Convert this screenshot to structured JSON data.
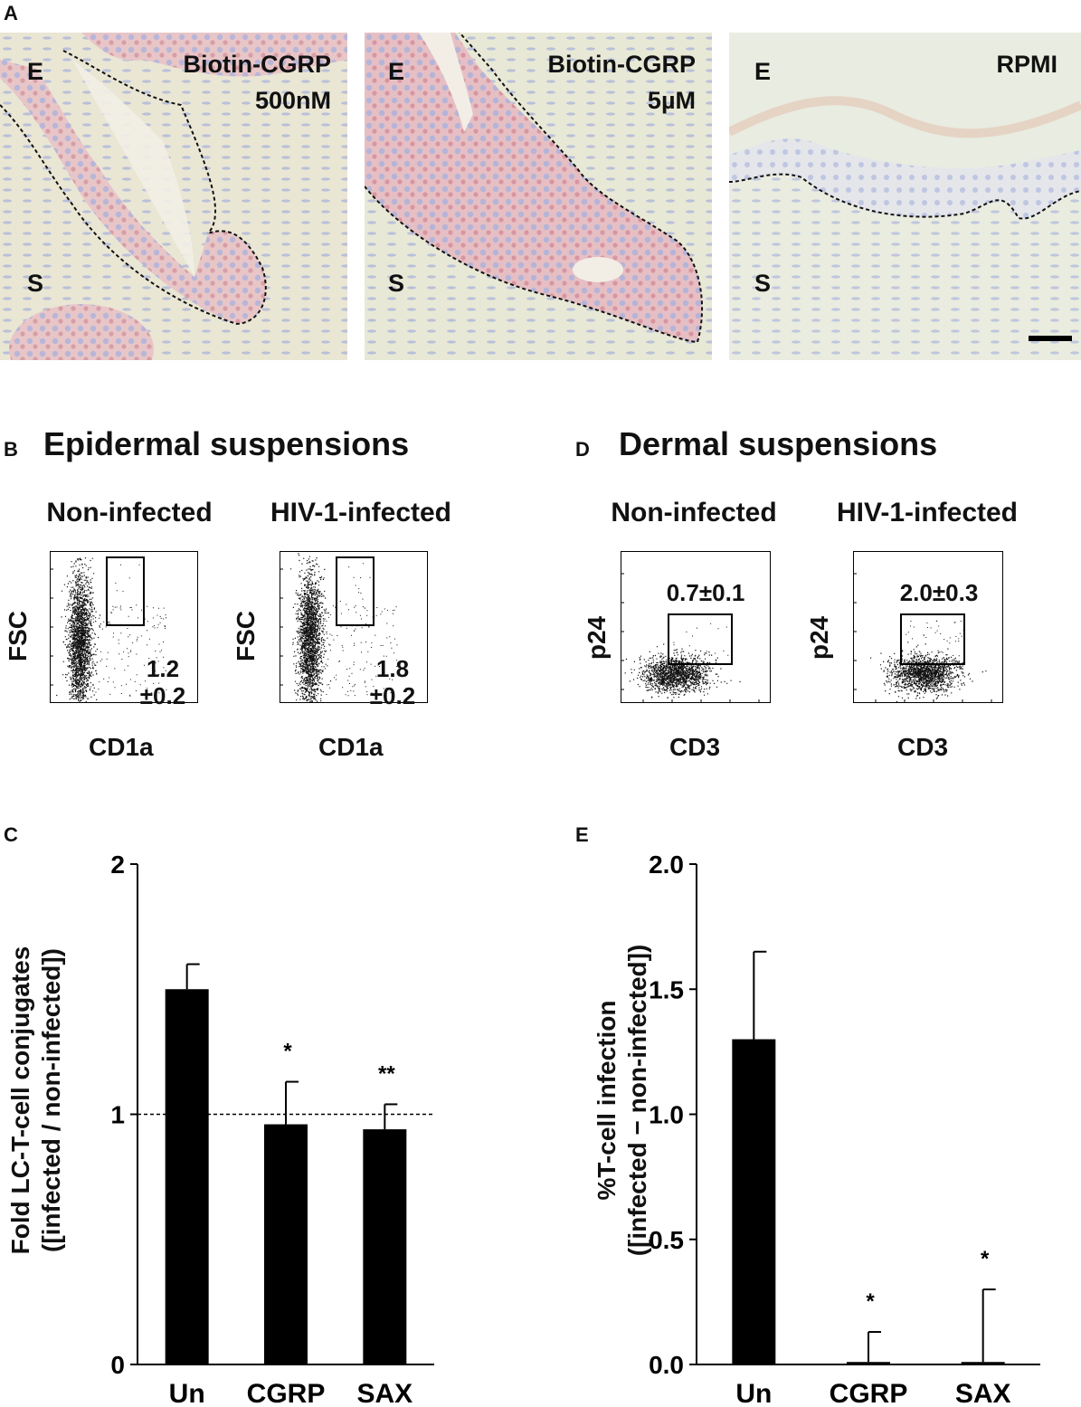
{
  "panels": {
    "A": {
      "letter": "A",
      "images": [
        {
          "treatment": "Biotin-CGRP",
          "dose": "500nM",
          "epi": "E",
          "stroma": "S"
        },
        {
          "treatment": "Biotin-CGRP",
          "dose": "5µM",
          "epi": "E",
          "stroma": "S"
        },
        {
          "treatment": "RPMI",
          "dose": "",
          "epi": "E",
          "stroma": "S"
        }
      ]
    },
    "B": {
      "letter": "B",
      "title": "Epidermal suspensions",
      "plots": [
        {
          "condition": "Non-infected",
          "y_axis": "FSC",
          "x_axis": "CD1a",
          "value_line1": "1.2",
          "value_line2": "±0.2"
        },
        {
          "condition": "HIV-1-infected",
          "y_axis": "FSC",
          "x_axis": "CD1a",
          "value_line1": "1.8",
          "value_line2": "±0.2"
        }
      ]
    },
    "D": {
      "letter": "D",
      "title": "Dermal suspensions",
      "plots": [
        {
          "condition": "Non-infected",
          "y_axis": "p24",
          "x_axis": "CD3",
          "value": "0.7±0.1"
        },
        {
          "condition": "HIV-1-infected",
          "y_axis": "p24",
          "x_axis": "CD3",
          "value": "2.0±0.3"
        }
      ]
    },
    "C": {
      "letter": "C",
      "ylabel_line1": "Fold LC-T-cell conjugates",
      "ylabel_line2": "([infected / non-infected])"
    },
    "E": {
      "letter": "E",
      "ylabel_line1": "%T-cell infection",
      "ylabel_line2": "([infected − non-infected])"
    }
  },
  "chart_data": [
    {
      "panel": "C",
      "type": "bar",
      "categories": [
        "Un",
        "CGRP",
        "SAX"
      ],
      "values": [
        1.5,
        0.96,
        0.94
      ],
      "errors": [
        0.1,
        0.17,
        0.1
      ],
      "significance": [
        "",
        "*",
        "**"
      ],
      "ylim": [
        0,
        2
      ],
      "yticks": [
        "0",
        "1",
        "2"
      ],
      "yticks_values": [
        0,
        1,
        2
      ],
      "reference_line": 1,
      "xlabel": "",
      "ylabel": "Fold LC-T-cell conjugates ([infected / non-infected])",
      "bar_color": "#000000"
    },
    {
      "panel": "E",
      "type": "bar",
      "categories": [
        "Un",
        "CGRP",
        "SAX"
      ],
      "values": [
        1.3,
        0.01,
        0.01
      ],
      "errors": [
        0.35,
        0.12,
        0.29
      ],
      "significance": [
        "",
        "*",
        "*"
      ],
      "ylim": [
        0,
        2
      ],
      "yticks": [
        "0.0",
        "0.5",
        "1.0",
        "1.5",
        "2.0"
      ],
      "yticks_values": [
        0,
        0.5,
        1,
        1.5,
        2
      ],
      "xlabel": "",
      "ylabel": "%T-cell infection ([infected − non-infected])",
      "bar_color": "#000000"
    }
  ]
}
